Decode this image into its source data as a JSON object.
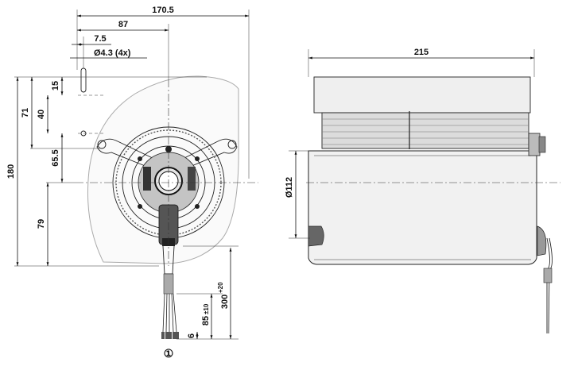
{
  "dimensions": {
    "width_total": "170.5",
    "width_center": "87",
    "hole_offset": "7.5",
    "hole_dia": "Ø4.3 (4x)",
    "depth": "215",
    "height_total": "180",
    "h_71": "71",
    "h_15": "15",
    "h_40": "40",
    "h_65_5": "65.5",
    "h_79": "79",
    "dia_112": "Ø112",
    "cable_len": "300",
    "cable_len_tol": "+20",
    "strip_len": "85",
    "strip_len_tol": "±10",
    "strip_end": "6"
  },
  "callout": "①"
}
